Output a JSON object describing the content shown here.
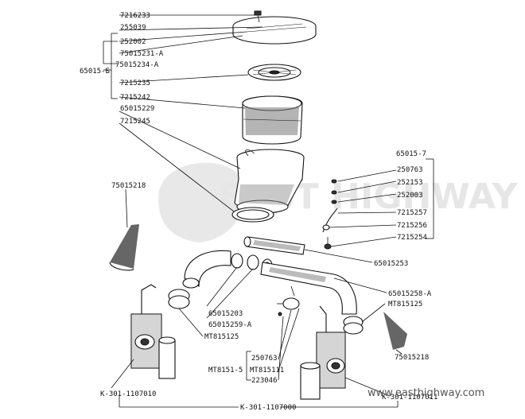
{
  "watermark": {
    "text": "EAST HIGHWAY"
  },
  "footer_url": "www.easthighway.com",
  "labels": {
    "p7216233": "7216233",
    "p255039": "255039",
    "p252002": "252002",
    "p75015231a": "75015231-А",
    "p75015234a": "75015234-А",
    "p65015b": "65015-Б",
    "p7215235": "7215235",
    "p7215242": "7215242",
    "p65015229": "65015229",
    "p7215245": "7215245",
    "p75015218_left": "75015218",
    "p65015_7": "65015-7",
    "p250763_r": "250763",
    "p252153": "252153",
    "p252003": "252003",
    "p7215257": "7215257",
    "p7215256": "7215256",
    "p7215254": "7215254",
    "p65015253": "65015253",
    "p65015258a": "65015258-А",
    "p65015203": "65015203",
    "p65015259a": "65015259-А",
    "pMT815125_r": "МТ815125",
    "pMT815125_l": "МТ815125",
    "p75015218_right": "75015218",
    "p250763_b": "250763",
    "pMT815111": "МТ815111",
    "pMT8151_5": "МТ8151-5",
    "p223046": "223046",
    "pK301_1107010": "К-301-1107010",
    "pK301_1107011": "К-301-1107011",
    "pK301_1107000": "К-301-1107000"
  }
}
